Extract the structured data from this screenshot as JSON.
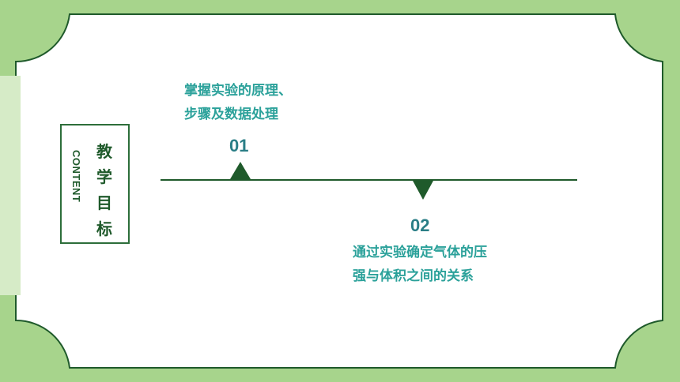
{
  "colors": {
    "background": "#a7d48c",
    "card": "#ffffff",
    "accent_dark_green": "#1f5a2b",
    "number_color": "#2a7e86",
    "text_teal": "#2ba19a"
  },
  "title_box": {
    "content_label": "CONTENT",
    "chars": [
      "教",
      "学",
      "目",
      "标"
    ]
  },
  "items": [
    {
      "number": "01",
      "lines": [
        "掌握实验的原理、",
        "步骤及数据处理"
      ]
    },
    {
      "number": "02",
      "lines": [
        "通过实验确定气体的压",
        "强与体积之间的关系"
      ]
    }
  ]
}
